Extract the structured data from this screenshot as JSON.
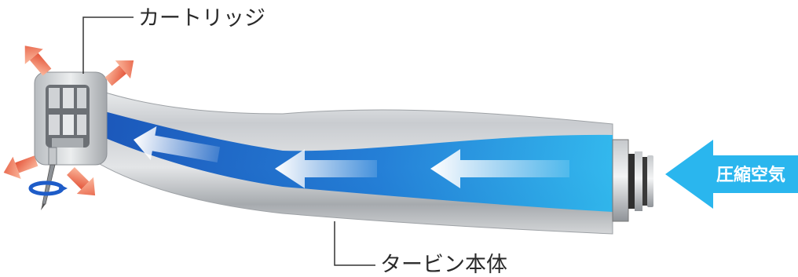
{
  "labels": {
    "cartridge": "カートリッジ",
    "turbine_body": "タービン本体",
    "compressed_air": "圧縮空気"
  },
  "colors": {
    "air_blue": "#2ab6ee",
    "flow_blue": "#1565c8",
    "exhaust_orange": "#f26a45",
    "metal_light": "#e4e6e8",
    "metal_dark": "#9fa3a8",
    "leader_line": "#333333",
    "rotation_blue": "#1e5cc8"
  },
  "icons": {
    "exhaust": "exhaust-arrow-icon",
    "flow": "air-flow-arrow-icon",
    "rotation": "rotation-arrow-icon"
  }
}
